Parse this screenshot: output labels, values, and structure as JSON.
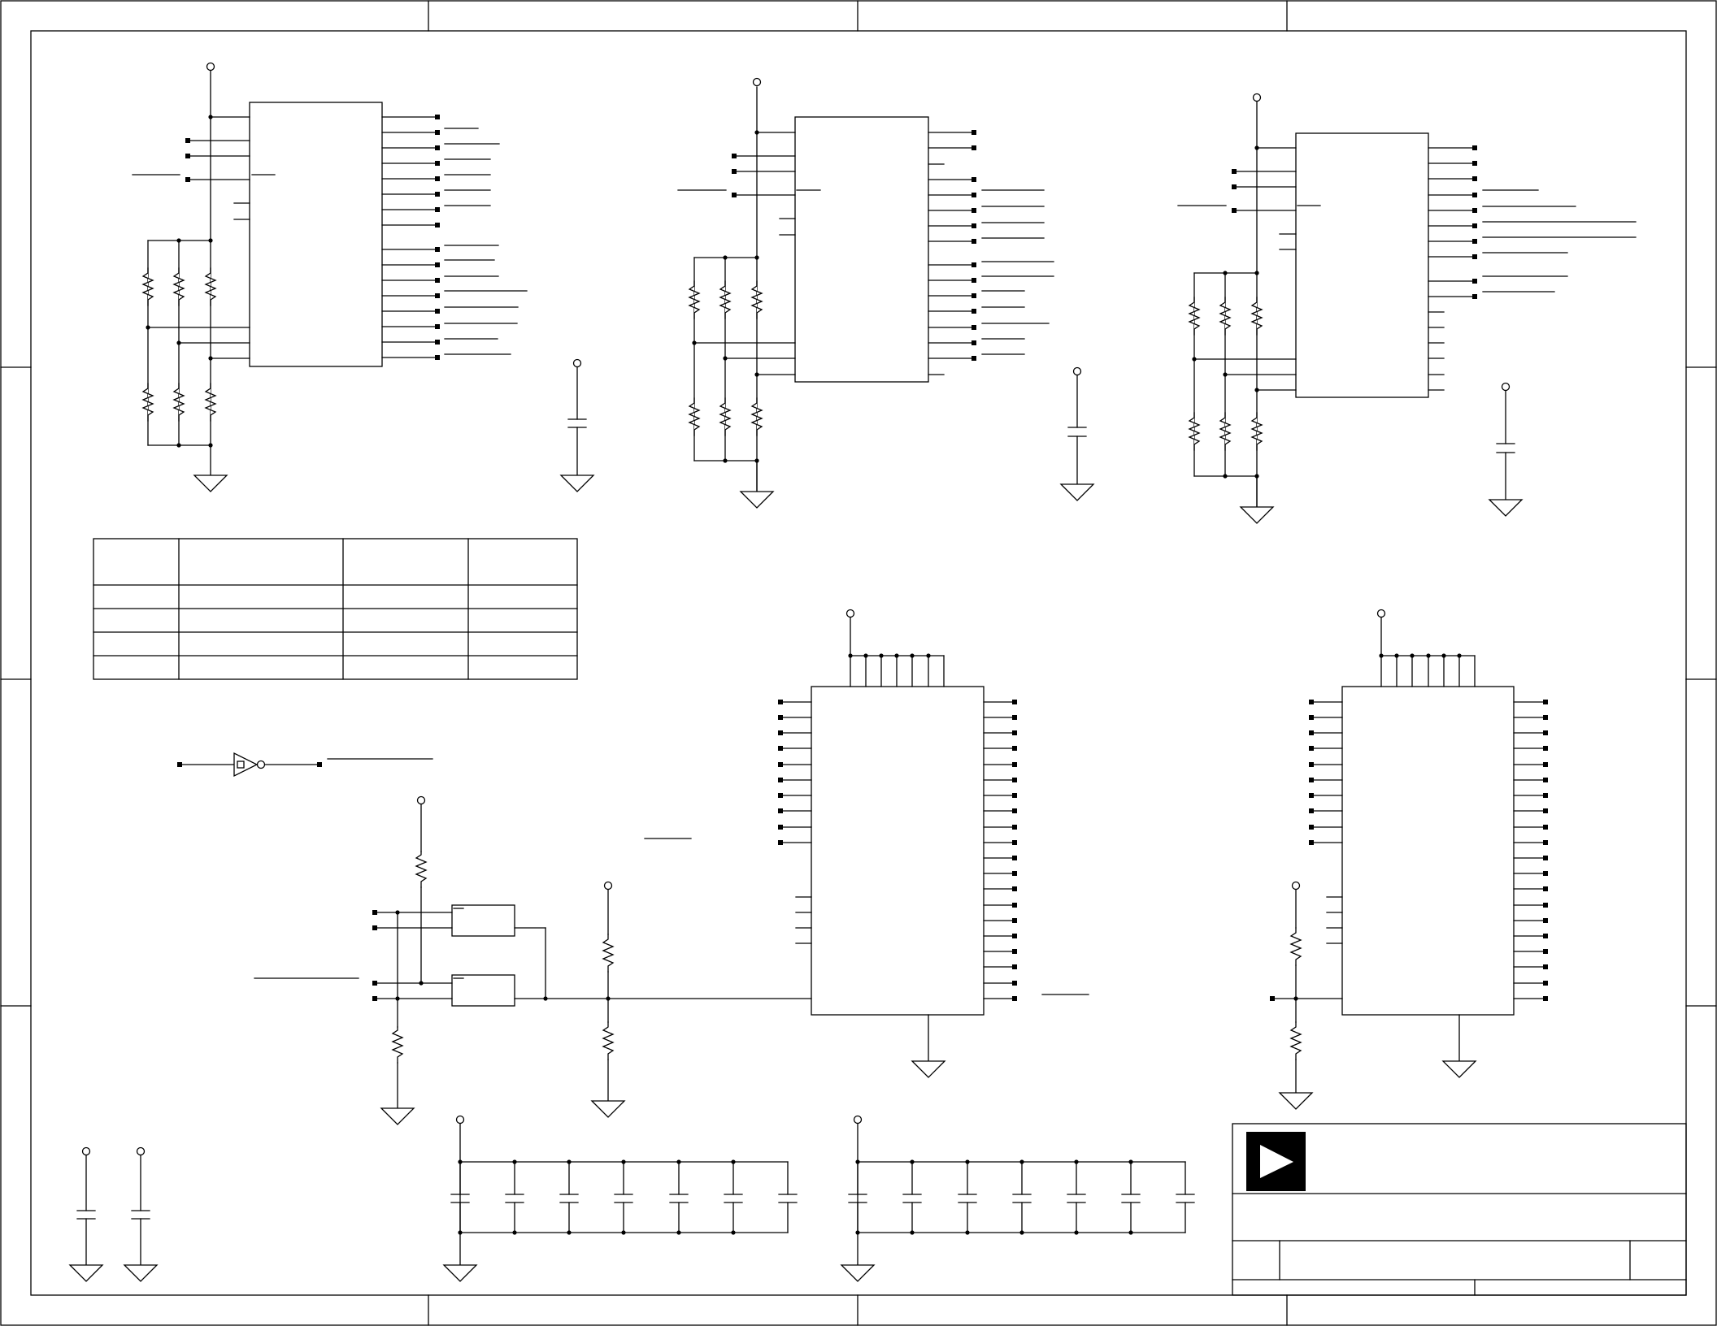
{
  "document": {
    "type": "schematic-sheet",
    "colors": {
      "line": "#000000",
      "background": "#ffffff",
      "logo_fill": "#000000",
      "logo_glyph": "#ffffff"
    }
  },
  "title_block": {
    "logo_icon": "play-triangle-logo"
  },
  "table": {
    "columns": 4,
    "body_rows": 4
  },
  "top_ics": {
    "count": 3
  },
  "bottom_ics": {
    "count": 2
  },
  "capacitor_banks": {
    "count": 2,
    "caps_per_bank": 7
  }
}
